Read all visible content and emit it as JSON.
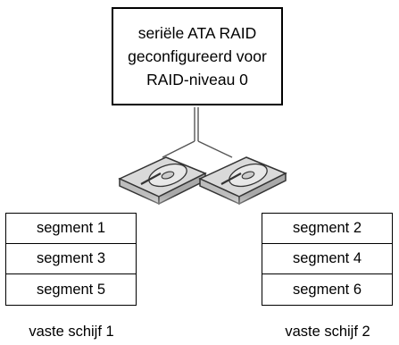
{
  "raid_box": {
    "lines": [
      "seriële ATA RAID",
      "geconfigureerd voor",
      "RAID-niveau 0"
    ]
  },
  "disks": [
    {
      "label": "vaste schijf 1",
      "segments": [
        "segment 1",
        "segment 3",
        "segment 5"
      ]
    },
    {
      "label": "vaste schijf 2",
      "segments": [
        "segment 2",
        "segment 4",
        "segment 6"
      ]
    }
  ]
}
